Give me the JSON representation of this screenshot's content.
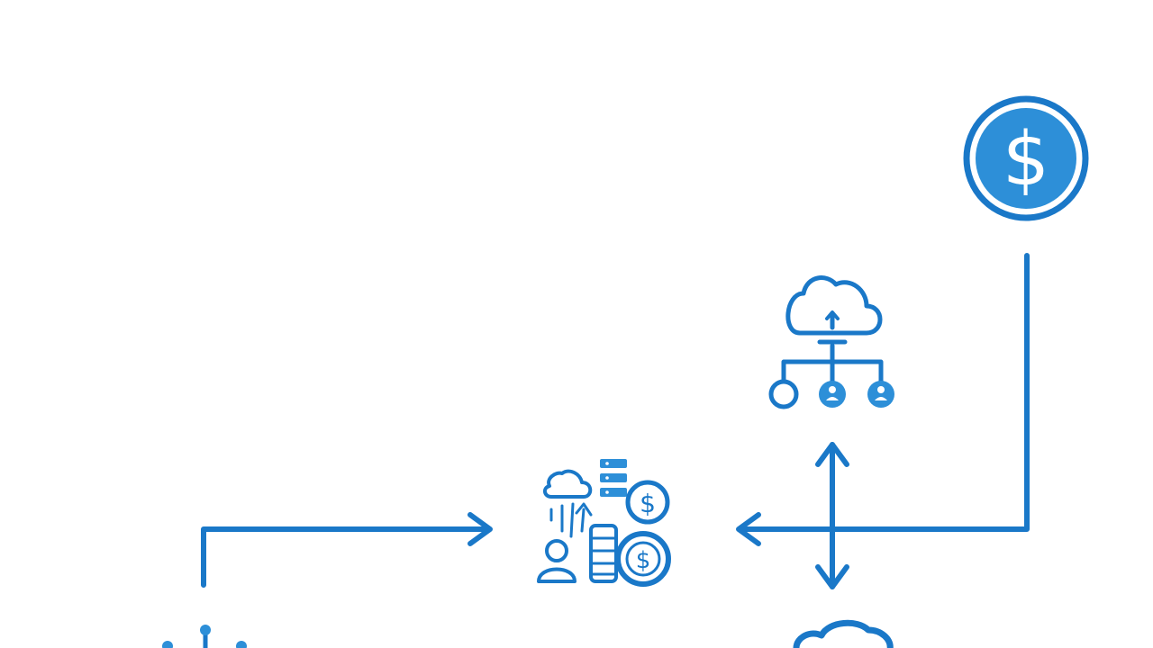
{
  "colors": {
    "accent": "#1a78c8",
    "accent_fill": "#2d8fd8",
    "background": "#ffffff",
    "glyph": "#ffffff"
  },
  "nodes": [
    {
      "id": "dollar-coin",
      "icon": "dollar-circle-icon",
      "glyph": "$"
    },
    {
      "id": "cloud-network",
      "icon": "cloud-network-icon"
    },
    {
      "id": "finance-hub",
      "icon": "cloud-finance-cluster-icon",
      "glyphs": [
        "$",
        "$"
      ]
    },
    {
      "id": "bottom-cloud",
      "icon": "cloud-icon"
    },
    {
      "id": "bottom-network",
      "icon": "network-node-icon"
    }
  ],
  "connectors": [
    {
      "id": "dollar-to-hub",
      "from": "dollar-coin",
      "to": "finance-hub",
      "arrow": "single"
    },
    {
      "id": "network-to-hub",
      "from": "bottom-network",
      "to": "finance-hub",
      "arrow": "single"
    },
    {
      "id": "cloud-network-to-bottom-cloud",
      "from": "cloud-network",
      "to": "bottom-cloud",
      "arrow": "double"
    }
  ]
}
